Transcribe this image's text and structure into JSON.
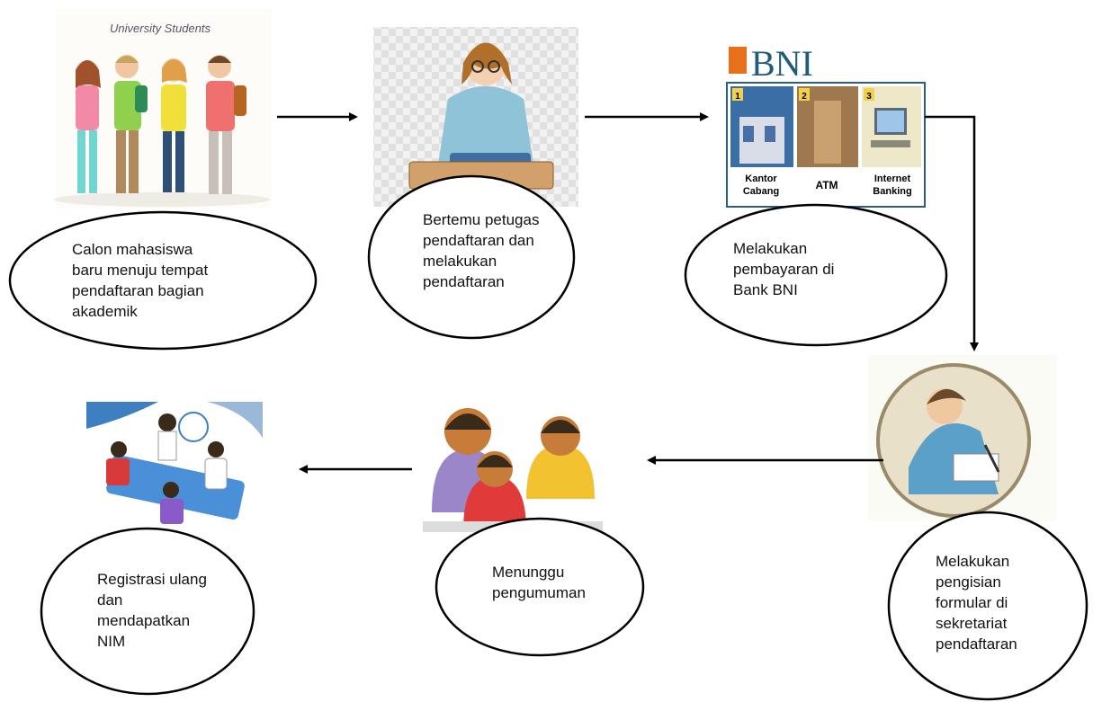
{
  "nodes": [
    {
      "id": "step1",
      "lines": [
        "Calon mahasiswa",
        "baru menuju tempat",
        "pendaftaran bagian",
        "akademik"
      ]
    },
    {
      "id": "step2",
      "lines": [
        "Bertemu petugas",
        "pendaftaran dan",
        "melakukan",
        "pendaftaran"
      ]
    },
    {
      "id": "step3",
      "lines": [
        "Melakukan",
        "pembayaran di",
        "Bank BNI"
      ]
    },
    {
      "id": "step4",
      "lines": [
        "Melakukan",
        "pengisian",
        "formular di",
        "sekretariat",
        "pendaftaran"
      ]
    },
    {
      "id": "step5",
      "lines": [
        "Menunggu",
        "pengumuman"
      ]
    },
    {
      "id": "step6",
      "lines": [
        "Registrasi ulang",
        "dan",
        "mendapatkan",
        "NIM"
      ]
    }
  ],
  "illustrations": {
    "students_caption": "University Students",
    "bank_logo": "BNI",
    "bank_panels": [
      {
        "number": "1",
        "label_lines": [
          "Kantor",
          "Cabang"
        ]
      },
      {
        "number": "2",
        "label_lines": [
          "ATM"
        ]
      },
      {
        "number": "3",
        "label_lines": [
          "Internet",
          "Banking"
        ]
      }
    ]
  },
  "colors": {
    "bni_orange": "#e8701a",
    "bni_teal": "#1f5c7a",
    "ellipse_stroke": "#000000"
  }
}
